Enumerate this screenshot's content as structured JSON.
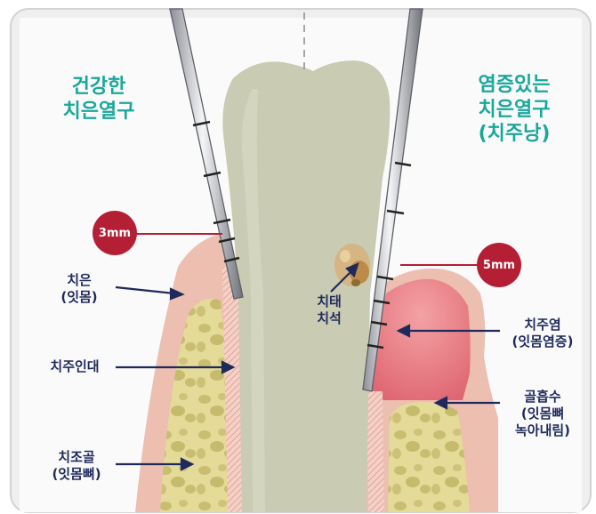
{
  "healthy_title": [
    "건강한",
    "치은열구"
  ],
  "inflamed_title": [
    "염증있는",
    "치은열구",
    "(치주낭)"
  ],
  "measure_left": "3mm",
  "measure_right": "5mm",
  "labels": {
    "gingiva": [
      "치은",
      "(잇몸)"
    ],
    "ligament": "치주인대",
    "alveolar_bone": [
      "치조골",
      "(잇몸뼈)"
    ],
    "calculus": [
      "치태",
      "치석"
    ],
    "periodontitis": [
      "치주염",
      "(잇몸염증)"
    ],
    "bone_loss": [
      "골흡수",
      "(잇몸뼈",
      "녹아내림)"
    ]
  },
  "colors": {
    "title_teal": "#1aa89b",
    "label_navy": "#1f2a5c",
    "badge_red": "#b51f35",
    "tooth": "#c9cbb2",
    "gum_healthy": "#ecc0b2",
    "gum_inflamed": "#e06872",
    "bone": "#e5dc98"
  }
}
